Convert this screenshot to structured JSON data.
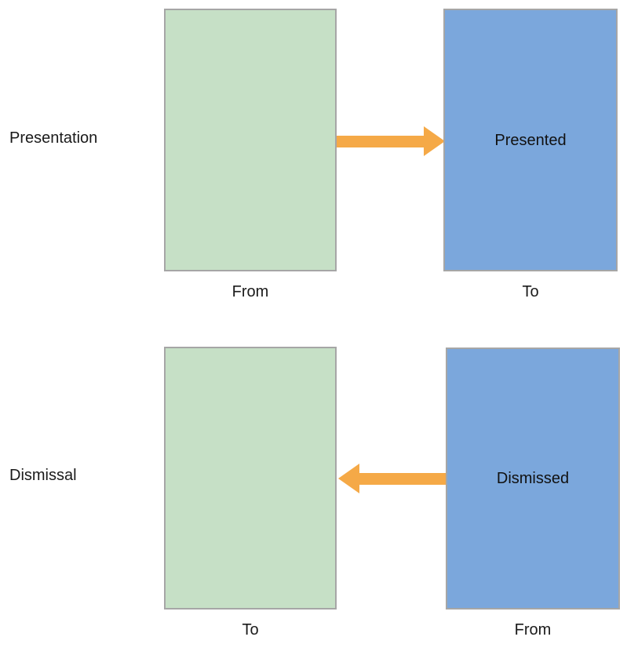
{
  "diagram": {
    "type": "state-transition",
    "colors": {
      "from_fill": "#c6e0c6",
      "to_fill": "#7ba7dc",
      "box_border": "#a6a6a6",
      "arrow": "#f5a947",
      "text": "#111111",
      "background": "#ffffff"
    },
    "rows": [
      {
        "row_label": "Presentation",
        "left_box": {
          "text": "",
          "caption": "From",
          "fill": "green"
        },
        "arrow": {
          "direction": "right",
          "icon": "arrow-right-icon"
        },
        "right_box": {
          "text": "Presented",
          "caption": "To",
          "fill": "blue"
        }
      },
      {
        "row_label": "Dismissal",
        "left_box": {
          "text": "",
          "caption": "To",
          "fill": "green"
        },
        "arrow": {
          "direction": "left",
          "icon": "arrow-left-icon"
        },
        "right_box": {
          "text": "Dismissed",
          "caption": "From",
          "fill": "blue"
        }
      }
    ]
  }
}
